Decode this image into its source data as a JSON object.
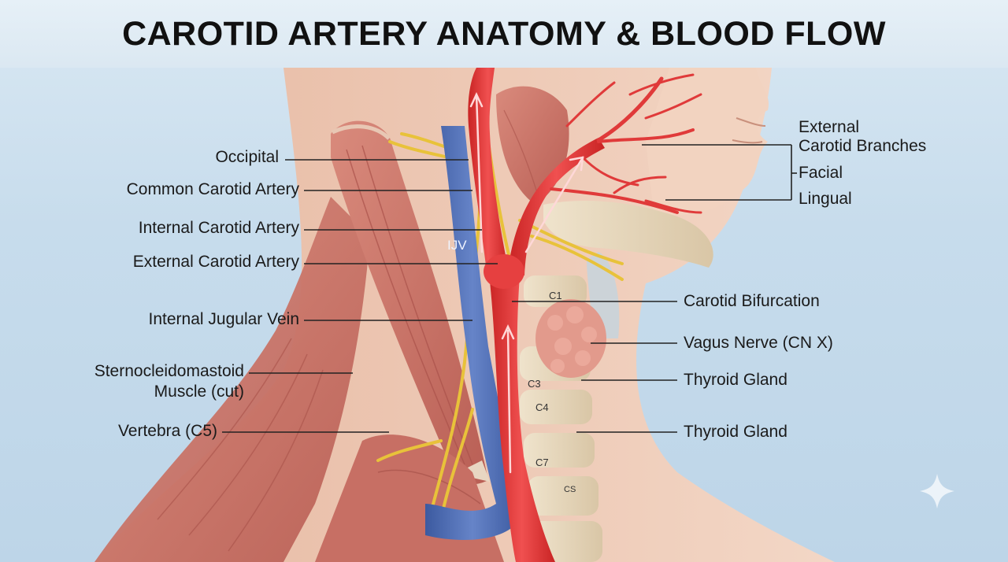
{
  "title": "CAROTID ARTERY ANATOMY & BLOOD FLOW",
  "labels_left": {
    "occipital": "Occipital",
    "common_carotid": "Common Carotid Artery",
    "internal_carotid": "Internal Carotid Artery",
    "external_carotid": "External Carotid Artery",
    "internal_jugular": "Internal Jugular Vein",
    "scm_line1": "Sternocleidomastoid",
    "scm_line2": "Muscle (cut)",
    "vertebra": "Vertebra (C5)"
  },
  "labels_right": {
    "external_branches_line1": "External",
    "external_branches_line2": "Carotid Branches",
    "facial": "Facial",
    "lingual": "Lingual",
    "carotid_bifurcation": "Carotid Bifurcation",
    "vagus_nerve": "Vagus Nerve (CN X)",
    "thyroid_gland_1": "Thyroid Gland",
    "thyroid_gland_2": "Thyroid Gland"
  },
  "vessel_labels": {
    "ijv": "IJV"
  },
  "vertebra_labels": {
    "c1": "C1",
    "c3": "C3",
    "c4": "C4",
    "c7": "C7",
    "cs": "CS"
  },
  "colors": {
    "artery": "#e03a3a",
    "vein": "#4a6bb5",
    "nerve": "#e8c23a",
    "muscle": "#c9736a",
    "bone": "#e9dcc4",
    "skin": "#efcdb8"
  }
}
